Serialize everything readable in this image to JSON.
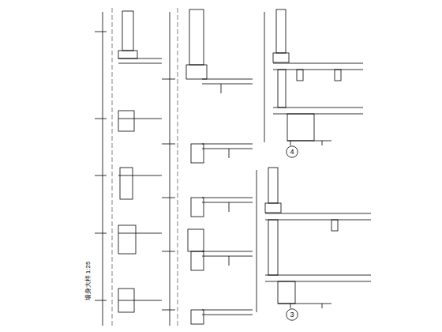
{
  "diagram": {
    "nodes": [
      {
        "text": [
          "4"
        ]
      },
      {
        "text": [
          "3"
        ]
      }
    ],
    "labels": [
      "墙身大样 1:25"
    ]
  }
}
